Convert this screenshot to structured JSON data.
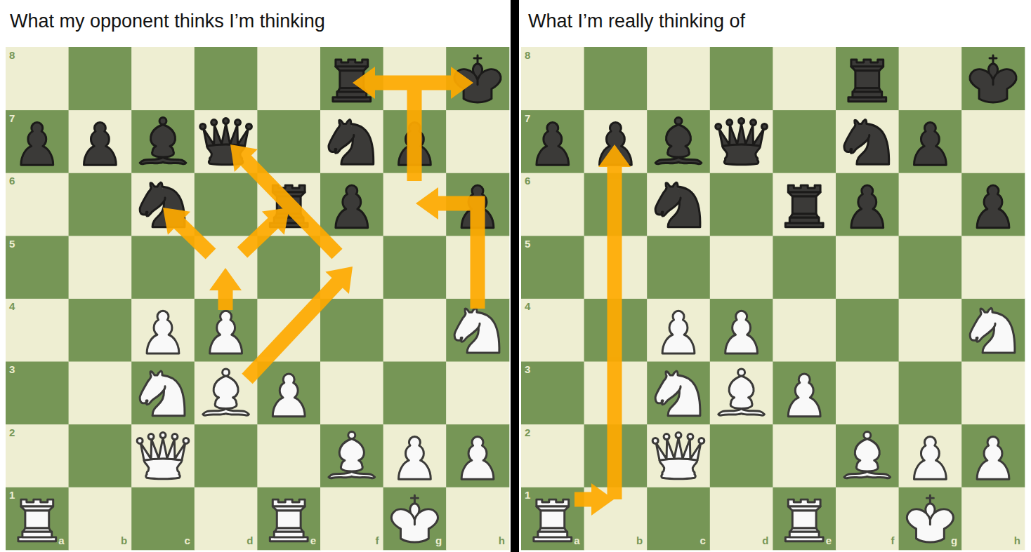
{
  "diagram": {
    "labels": [
      "What my opponent thinks I’m thinking",
      "8",
      "7",
      "6",
      "5",
      "4",
      "3",
      "2",
      "1",
      "a",
      "b",
      "c",
      "d",
      "e",
      "f",
      "g",
      "h",
      "What I’m really thinking of",
      "8",
      "7",
      "6",
      "5",
      "4",
      "3",
      "2",
      "1",
      "a",
      "b",
      "c",
      "d",
      "e",
      "f",
      "g",
      "h"
    ]
  }
}
